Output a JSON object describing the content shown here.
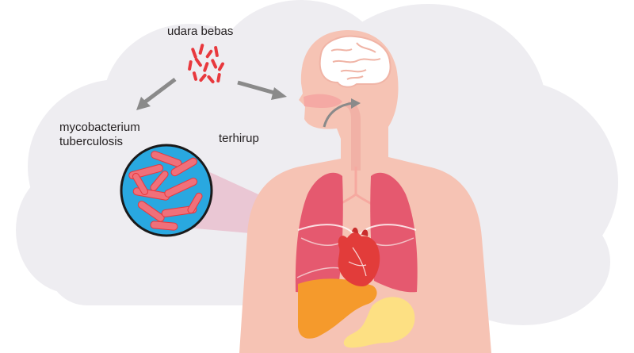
{
  "labels": {
    "free_air": "udara bebas",
    "mycobacterium_line1": "mycobacterium",
    "mycobacterium_line2": "tuberculosis",
    "inhaled": "terhirup"
  },
  "colors": {
    "cloud_background": "#eeedf1",
    "skin": "#f6c3b4",
    "lung": "#e5596f",
    "lung_dark": "#d84a60",
    "bacteria_red": "#e8383d",
    "bacteria_pink": "#f0707a",
    "magnifier_blue": "#29a8e0",
    "heart": "#e23c3a",
    "liver": "#f59a2c",
    "stomach": "#fde083",
    "brain": "#ffffff",
    "arrow_gray": "#8a8a8a",
    "magnifier_beam": "#e8b6c8"
  },
  "icons": [
    "bacteria-cluster-icon",
    "brain-icon",
    "heart-icon",
    "lungs-icon",
    "liver-icon",
    "stomach-icon",
    "magnifier-circle-icon"
  ]
}
